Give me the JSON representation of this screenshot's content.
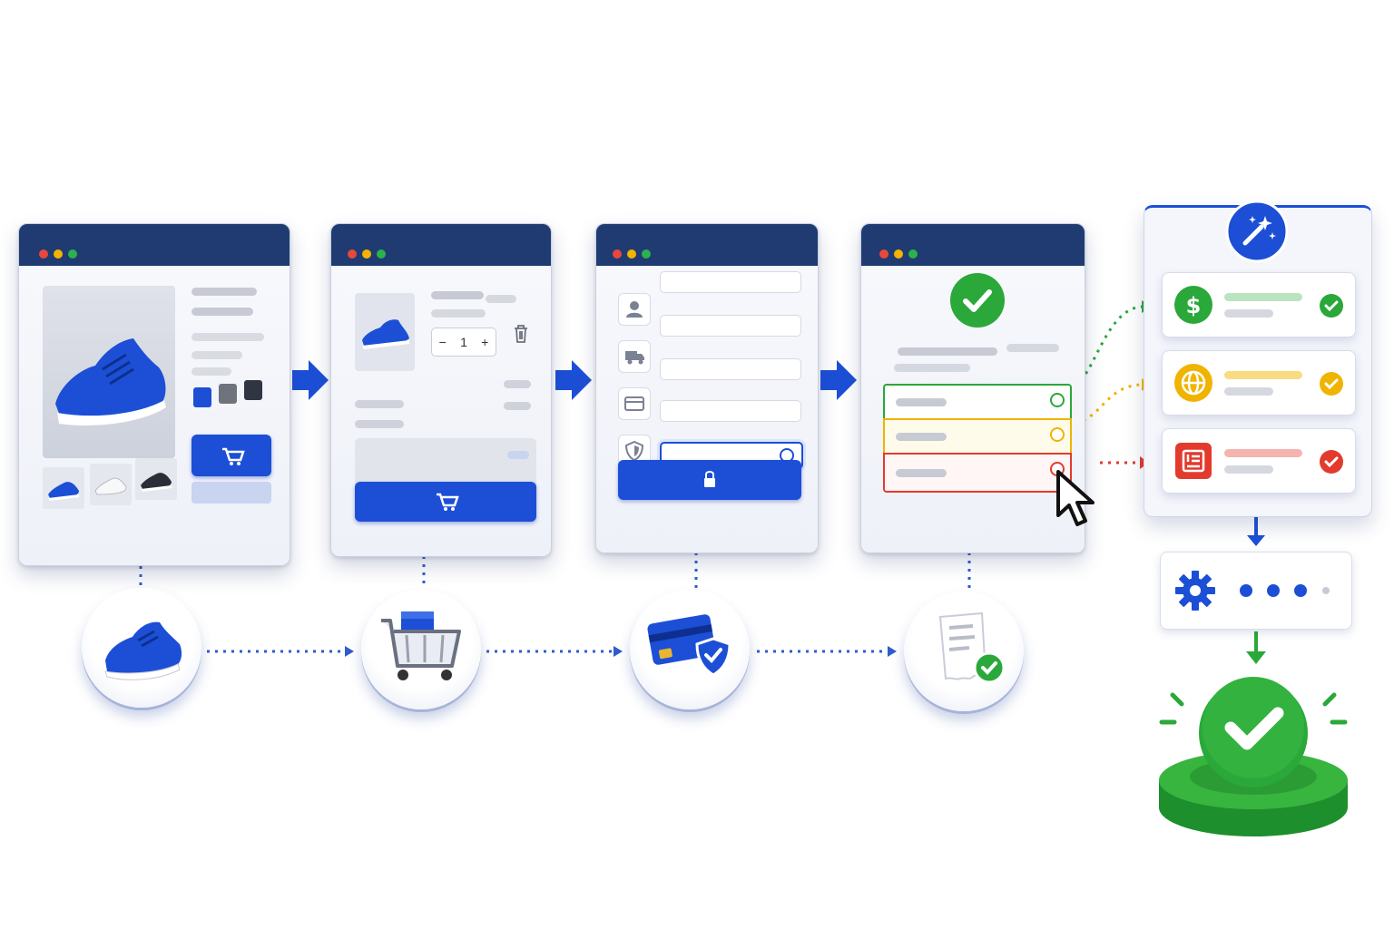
{
  "colors": {
    "primary": "#1c4fd6",
    "titlebar": "#1f3b72",
    "success": "#2aa83a",
    "warning": "#f0b400",
    "danger": "#e23b2e"
  },
  "product_window": {
    "swatches": [
      "#1c4fd6",
      "#6f737c",
      "#2f3642"
    ],
    "buttons": {
      "cart_icon": "cart-icon"
    }
  },
  "cart_window": {
    "quantity": {
      "minus": "−",
      "value": "1",
      "plus": "+"
    }
  },
  "checkout_window": {
    "field_icons": [
      "user-icon",
      "truck-icon",
      "card-icon",
      "shield-icon"
    ],
    "submit_icon": "lock-icon"
  },
  "payment_window": {
    "status_icon": "check-icon",
    "options": [
      {
        "status": "success",
        "color": "#2aa83a"
      },
      {
        "status": "warning",
        "color": "#f0b400"
      },
      {
        "status": "danger",
        "color": "#e23b2e"
      }
    ]
  },
  "validation_panel": {
    "header_icon": "magic-wand-icon",
    "items": [
      {
        "icon": "dollar-icon",
        "status": "success"
      },
      {
        "icon": "globe-icon",
        "status": "warning"
      },
      {
        "icon": "invoice-icon",
        "status": "danger"
      }
    ]
  },
  "process": {
    "icon": "gear-icon",
    "dots": 3
  },
  "result": {
    "icon": "check-icon",
    "status": "success"
  },
  "steps": [
    {
      "icon": "sneaker-icon"
    },
    {
      "icon": "shopping-cart-icon"
    },
    {
      "icon": "credit-card-shield-icon"
    },
    {
      "icon": "receipt-check-icon"
    }
  ],
  "quantity_display": "1"
}
